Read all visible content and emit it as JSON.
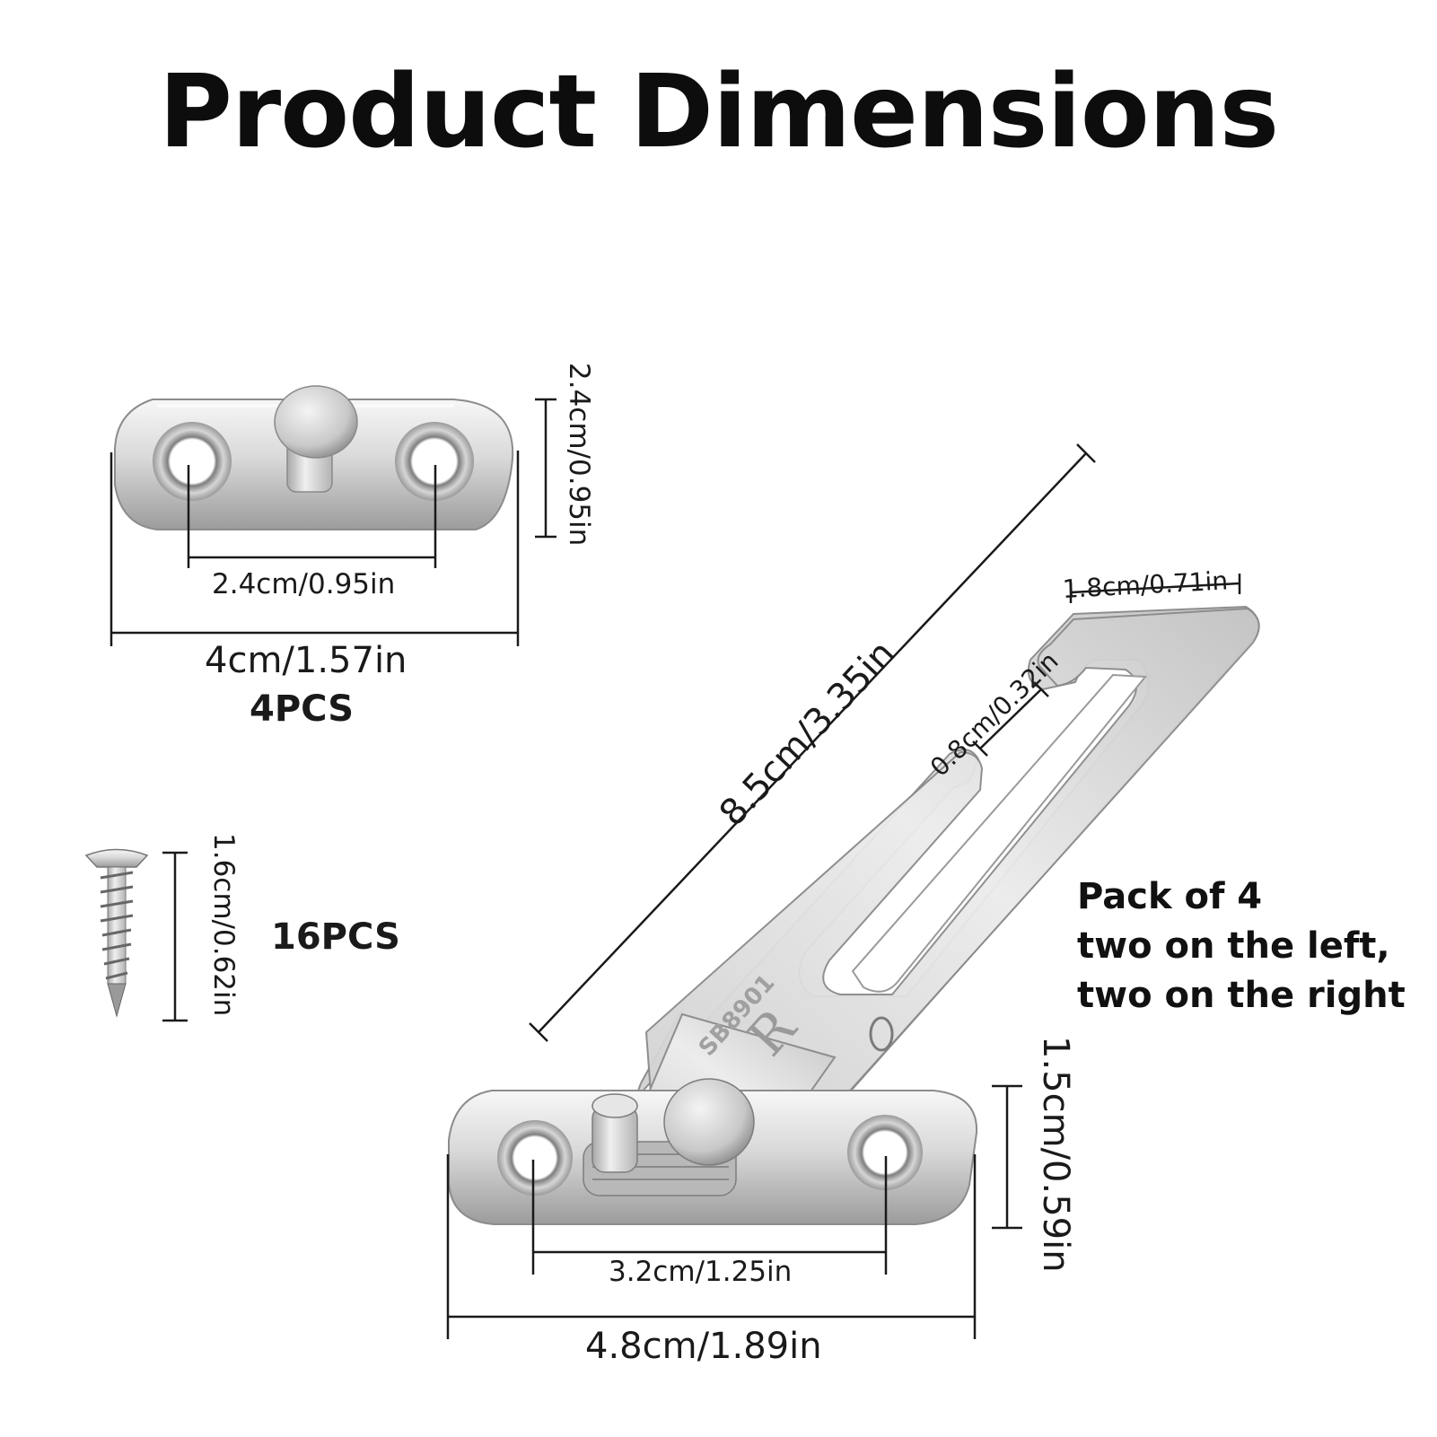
{
  "title": "Product Dimensions",
  "hinge_plate": {
    "hole_spacing": "2.4cm/0.95in",
    "length": "4cm/1.57in",
    "height": "2.4cm/0.95in",
    "quantity": "4PCS"
  },
  "screw": {
    "length": "1.6cm/0.62in",
    "quantity": "16PCS"
  },
  "restrictor_arm": {
    "length": "8.5cm/3.35in",
    "hook_width": "1.8cm/0.71in",
    "slot_width": "0.8cm/0.32in",
    "stamp_text": "SB8901"
  },
  "base_plate": {
    "hole_spacing": "3.2cm/1.25in",
    "length": "4.8cm/1.89in",
    "height": "1.5cm/0.59in"
  },
  "pack_note": {
    "line1": "Pack of 4",
    "line2": "two on the left,",
    "line3": "two on the right"
  },
  "colors": {
    "metal_light": "#eeeeee",
    "metal_mid": "#c9c9c9",
    "metal_dark": "#8e8e8e",
    "dimension_line": "#1a1a1a"
  }
}
